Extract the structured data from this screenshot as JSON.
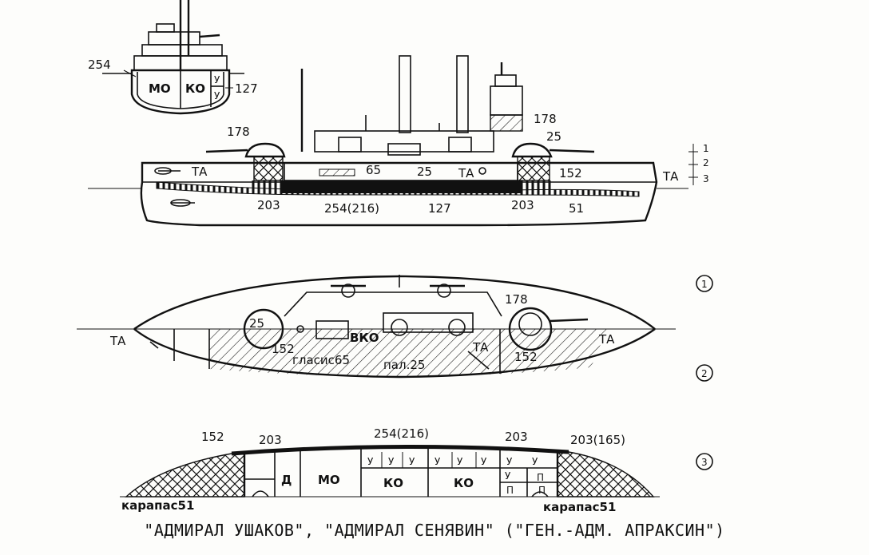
{
  "caption": "\"АДМИРАЛ УШАКОВ\", \"АДМИРАЛ СЕНЯВИН\" (\"ГЕН.-АДМ. АПРАКСИН\")",
  "section_view": {
    "labels": {
      "side": "254",
      "belt2": "127",
      "engine": "МО",
      "boiler": "КО",
      "coal1": "У",
      "coal2": "У"
    }
  },
  "side_view": {
    "labels": {
      "turret_fore": "178",
      "turret_aft": "178",
      "roof_aft": "25",
      "ta_bow": "ТА",
      "ta_mid": "ТА",
      "ta_stern": "ТА",
      "glacis": "65",
      "deck": "25",
      "casemate_aft": "152",
      "belt_fore": "203",
      "belt_main": "254(216)",
      "belt_mid": "127",
      "belt_aft": "203",
      "ends": "51"
    },
    "levels": [
      "1",
      "2",
      "3"
    ]
  },
  "plan_markers": [
    "1",
    "2",
    "3"
  ],
  "plan_deck": {
    "labels": {
      "barbette_fore": "25",
      "barbette_aft": "25",
      "turret_aft": "178",
      "ta_fore": "ТА",
      "ta_mid": "ТА",
      "ta_aft": "ТА",
      "casemate_fore": "152",
      "casemate_aft": "152",
      "conning": "ВКО",
      "glacis": "гласис65",
      "deck": "пал.25"
    }
  },
  "plan_hold": {
    "labels": {
      "bulk_fore": "152",
      "belt_fore": "203",
      "belt_main": "254(216)",
      "belt_aft": "203",
      "belt_aft2": "203(165)",
      "carapace_fore": "карапас51",
      "carapace_aft": "карапас51",
      "d1": "Д",
      "engine": "МО",
      "boiler1": "КО",
      "boiler2": "КО",
      "coal": [
        "У",
        "У",
        "У",
        "У",
        "У",
        "У",
        "У",
        "У",
        "У"
      ],
      "p1": "П",
      "p2": "П",
      "p3": "П"
    }
  }
}
